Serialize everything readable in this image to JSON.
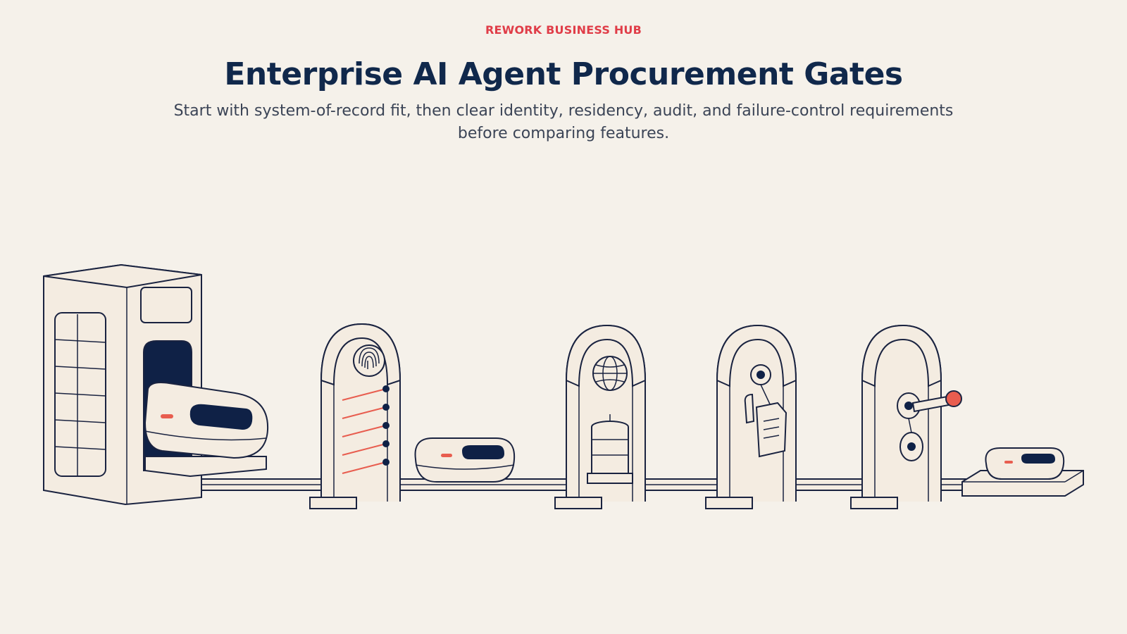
{
  "header": {
    "eyebrow": "REWORK BUSINESS HUB",
    "title": "Enterprise AI Agent Procurement Gates",
    "subtitle": "Start with system-of-record fit, then clear identity, residency, audit, and failure-control requirements before comparing features."
  },
  "illustration": {
    "icons": [
      "server-cabinet-icon",
      "capsule-pod-icon",
      "fingerprint-icon",
      "globe-icon",
      "data-cylinder-icon",
      "document-tag-icon",
      "lever-switch-icon"
    ],
    "colors": {
      "background": "#f5f1ea",
      "ink": "#1a2340",
      "fill": "#f4ece1",
      "accent": "#e85d4f",
      "navy": "#0f2146"
    }
  }
}
